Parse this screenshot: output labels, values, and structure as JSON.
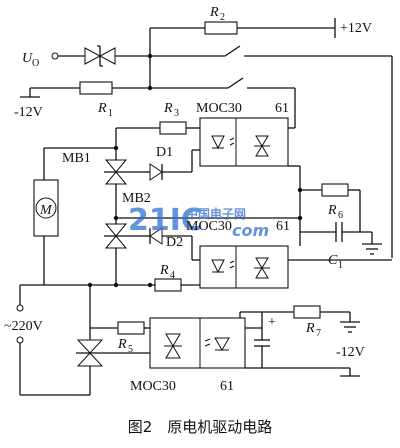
{
  "labels": {
    "r1": "R",
    "r1_sub": "1",
    "r2": "R",
    "r2_sub": "2",
    "r3": "R",
    "r3_sub": "3",
    "r4": "R",
    "r4_sub": "4",
    "r5": "R",
    "r5_sub": "5",
    "r6": "R",
    "r6_sub": "6",
    "r7": "R",
    "r7_sub": "7",
    "c1": "C",
    "c1_sub": "1",
    "uo": "U",
    "uo_sub": "O",
    "plus12v": "+12V",
    "minus12v_left": "-12V",
    "minus12v_right": "-12V",
    "mb1": "MB1",
    "mb2": "MB2",
    "d1": "D1",
    "d2": "D2",
    "moc_top": "MOC30",
    "moc_top_num": "61",
    "moc_mid": "MOC30",
    "moc_mid_num": "61",
    "moc_bot": "MOC30",
    "moc_bot_num": "61",
    "motor": "M",
    "ac": "~220V",
    "cap_plus": "+"
  },
  "caption": "图2　原电机驱动电路",
  "watermark": {
    "big": "21IC",
    "cn": "中国电子网",
    "url": "com"
  },
  "colors": {
    "watermark": "#2f6fd0",
    "ink": "#111111"
  }
}
